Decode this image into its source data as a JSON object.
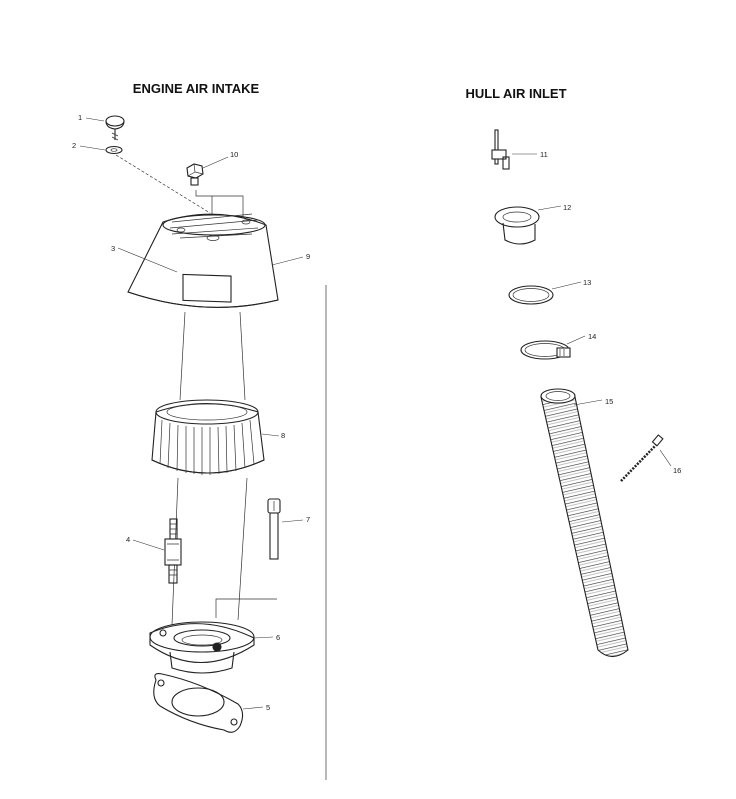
{
  "sections": {
    "left_title": "ENGINE AIR INTAKE",
    "right_title": "HULL AIR INLET"
  },
  "callouts": {
    "p1": "1",
    "p2": "2",
    "p3": "3",
    "p4": "4",
    "p5": "5",
    "p6": "6",
    "p7": "7",
    "p8": "8",
    "p9": "9",
    "p10": "10",
    "p11": "11",
    "p12": "12",
    "p13": "13",
    "p14": "14",
    "p15": "15",
    "p16": "16"
  }
}
